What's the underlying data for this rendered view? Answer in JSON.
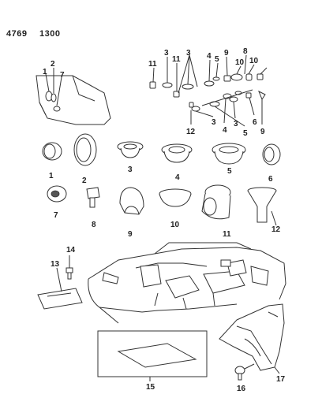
{
  "header": {
    "code_left": "4769",
    "code_right": "1300"
  },
  "labels": {
    "top_1": "1",
    "top_2": "2",
    "top_7": "7",
    "tr_11a": "11",
    "tr_3a": "3",
    "tr_11b": "11",
    "tr_3b": "3",
    "tr_4a": "4",
    "tr_5a": "5",
    "tr_9a": "9",
    "tr_8": "8",
    "tr_10a": "10",
    "tr_10b": "10",
    "tr_12": "12",
    "tr_3c": "3",
    "tr_4b": "4",
    "tr_3d": "3",
    "tr_5b": "5",
    "tr_6": "6",
    "tr_9b": "9",
    "r1_1": "1",
    "r1_2": "2",
    "r1_3": "3",
    "r1_4": "4",
    "r1_5": "5",
    "r1_6": "6",
    "r2_7": "7",
    "r2_8": "8",
    "r2_9": "9",
    "r2_10": "10",
    "r2_11": "11",
    "r2_12": "12",
    "b_13": "13",
    "b_14": "14",
    "b_15": "15",
    "b_16": "16",
    "b_17": "17"
  }
}
